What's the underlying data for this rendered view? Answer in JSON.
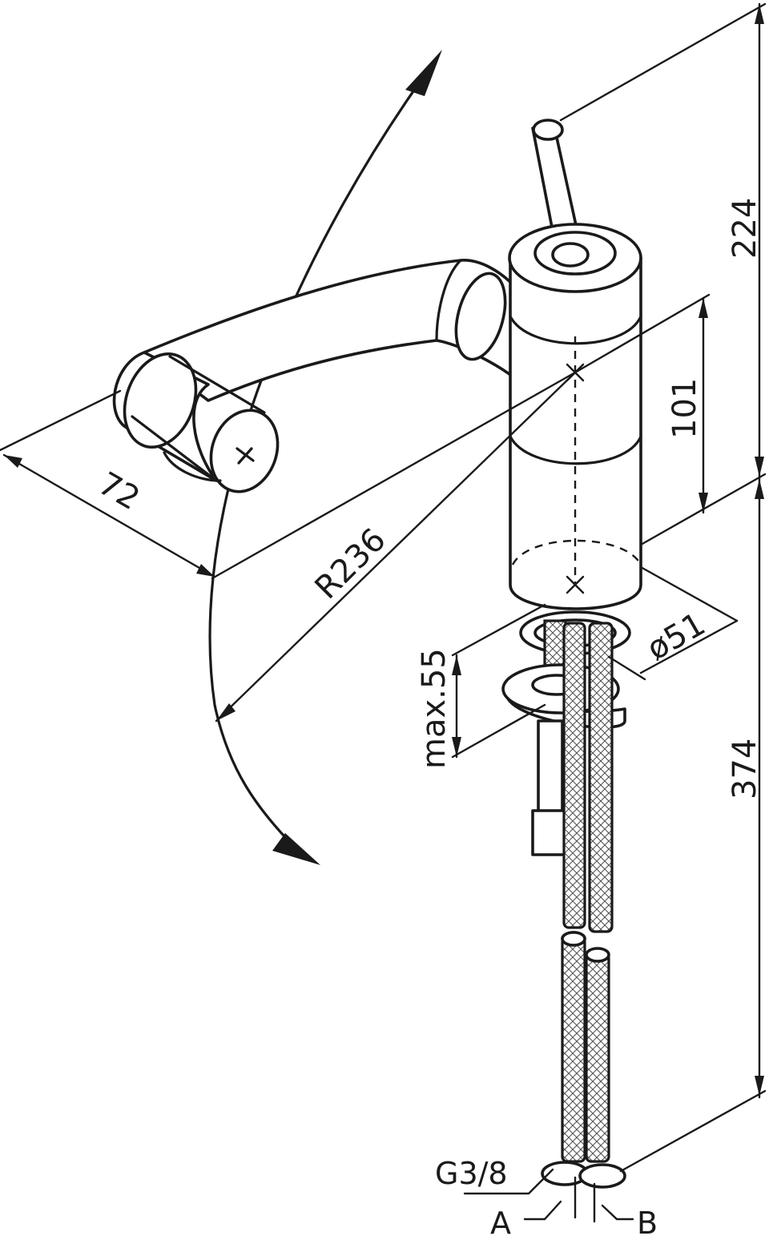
{
  "dimensions": {
    "height_top": "224",
    "height_bottom": "374",
    "spout_offset": "101",
    "handle_width": "72",
    "swivel_radius": "R236",
    "base_diameter": "ø51",
    "max_counter_thickness": "max.55"
  },
  "labels": {
    "thread": "G3/8",
    "hose_a": "A",
    "hose_b": "B"
  },
  "colors": {
    "line": "#1a1a1a",
    "background": "#ffffff"
  }
}
